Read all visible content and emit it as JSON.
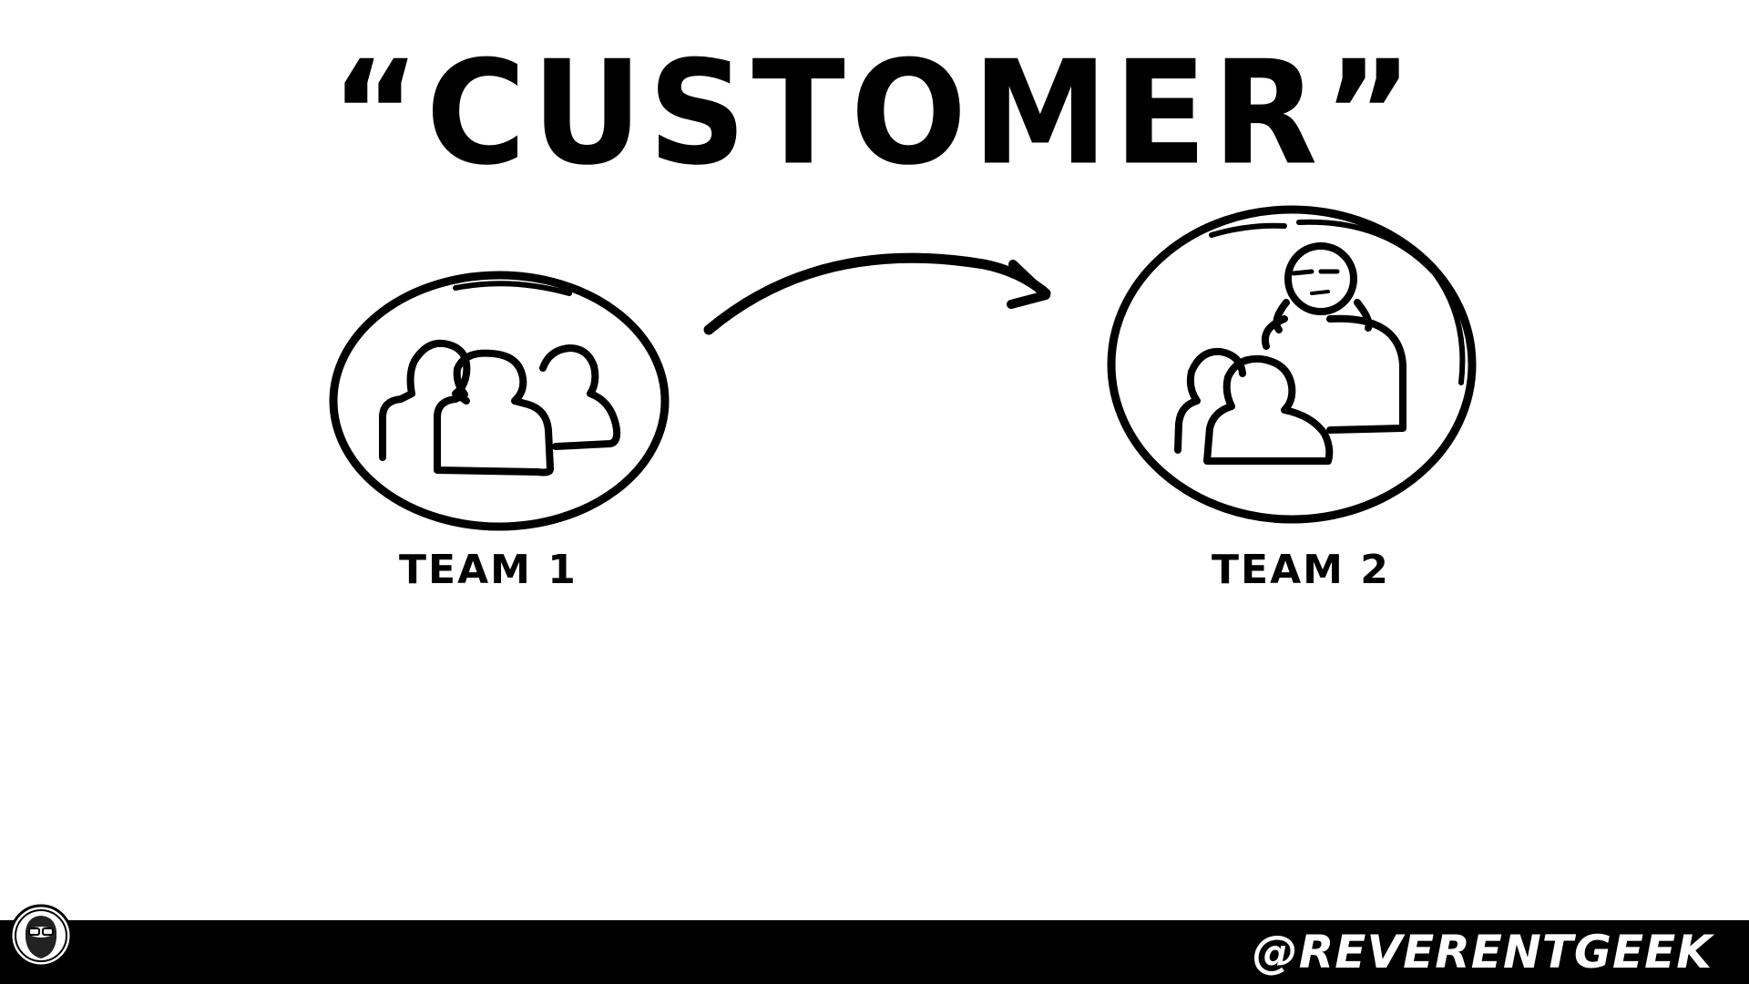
{
  "slide": {
    "title": "“CUSTOMER”"
  },
  "teams": [
    {
      "label": "TEAM  1"
    },
    {
      "label": "TEAM 2"
    }
  ],
  "footer": {
    "handle": "@REVERENTGEEK",
    "background_color": "#000000",
    "text_color": "#ffffff"
  },
  "icons": [
    "group-icon",
    "arrow-right-icon",
    "avatar-icon",
    "skeptical-person-icon"
  ]
}
